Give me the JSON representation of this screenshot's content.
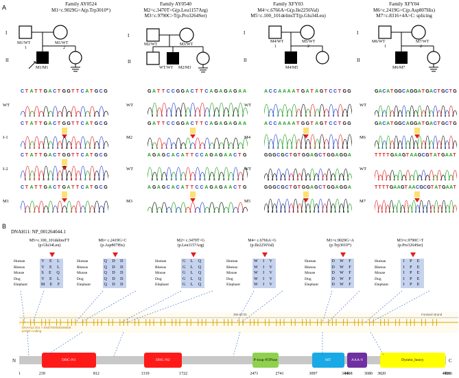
{
  "panel_a": {
    "label": "A",
    "gen_I": "I",
    "gen_II": "II",
    "row_wt": "WT",
    "families": [
      {
        "title": "Family AY0524",
        "variant_1": "M1=c.9029G>A(p.Trp3010*)",
        "variant_2": "",
        "ped": {
          "f1": "M1/WT",
          "n1": "1",
          "f2": "M1/WT",
          "n2": "2",
          "p": "M1/M1"
        },
        "rows": [
          {
            "label": "WT",
            "seq": "CTATTGACTGGTTCATGCG"
          },
          {
            "label": "I-1",
            "seq": "CTATTGACTGGTTCATGCG"
          },
          {
            "label": "I-2",
            "seq": "CTATTGACTGGTTCATGCG"
          },
          {
            "label": "M1",
            "seq": "CTATTGACTGATTCATGCG"
          }
        ]
      },
      {
        "title": "Family AY0540",
        "variant_1": "M2=c.3470T>G(p.Leu1157Arg)",
        "variant_2": "M3=c.9790C>T(p.Pro3264Ser)",
        "ped": {
          "f1": "M2/WT",
          "f2": "M3/WT",
          "s1": "WT/WT",
          "p": "M2/M3"
        },
        "rows": [
          {
            "label": "WT",
            "seq": "GATTCCGGACTTCAGAGAGAA"
          },
          {
            "label": "M2",
            "seq": "GATTCCGGACTTCAGAGAGAA"
          },
          {
            "label": "WT",
            "seq": "AGAGCACATTCCAGAGAACTG"
          },
          {
            "label": "M3",
            "seq": "AGAGCACATTCCAGAGAACTG"
          }
        ]
      },
      {
        "title": "Family XFY03",
        "variant_1": "M4=c.6766A>G(p.Ile2256Val)",
        "variant_2": "M5=c.100_101delinsTT(p.Glu34Leu)",
        "ped": {
          "f1": "M4/WT",
          "n1": "1",
          "f2": "M5/WT",
          "n2": "2",
          "p": "M4/M5"
        },
        "rows": [
          {
            "label": "WT",
            "seq": "ACCAAAATGATAGTCCTGG"
          },
          {
            "label": "M4",
            "seq": "ACCAAAATGGTAGTCCTGG"
          },
          {
            "label": "WT",
            "seq": "GGGCGCTGTGGAGCTGGAGGA"
          },
          {
            "label": "M5",
            "seq": "GGGCGCTGTGGAGCTGGAGGA"
          }
        ]
      },
      {
        "title": "Family XFY04",
        "variant_1": "M6=c.2419G>C(p.Asp807His)",
        "variant_2": "M7=c.8316+4A>C: splicing",
        "ped": {
          "f1": "M6/WT",
          "n1": "1",
          "f2": "M7/WT",
          "n2": "2",
          "p": "M6/M7"
        },
        "rows": [
          {
            "label": "WT",
            "seq": "GACATGGCAGGATGACTGCTG"
          },
          {
            "label": "M6",
            "seq": "GACATGGCAGGATGACTGCTG"
          },
          {
            "label": "WT",
            "seq": "TTTTGAAGTAAGCGTATGAAT"
          },
          {
            "label": "M7",
            "seq": "TTTTGAAGTAACGCGTATGAAT"
          }
        ]
      }
    ]
  },
  "panel_b": {
    "label": "B",
    "protein": "DNAH11: NP_001264044.1",
    "species": [
      "Human",
      "Rhesus",
      "Mouse",
      "Dog",
      "Elephant"
    ],
    "alignments": [
      {
        "variant": "M5=c.100_101delinsTT",
        "protein_change": "(p.Glu34Leu)",
        "rows": [
          "V E L",
          "V E L",
          "S E Q",
          "V E L",
          "M E F"
        ]
      },
      {
        "variant": "M6= c.2419G>C",
        "protein_change": "(p.Asp807His)",
        "rows": [
          "Q D D",
          "Q D D",
          "Q D D",
          "Q D D",
          "Q D D"
        ]
      },
      {
        "variant": "M2= c.3470T>G",
        "protein_change": "(p.Leu1157Arg)",
        "rows": [
          "G L Q",
          "G L Q",
          "G L Q",
          "G L Q",
          "G L Q"
        ]
      },
      {
        "variant": "M4= c.6766A>G",
        "protein_change": "(p.Ile2256Val)",
        "rows": [
          "W I V",
          "W I V",
          "W I V",
          "W I V",
          "W I V"
        ]
      },
      {
        "variant": "M1=c.9029G>A",
        "protein_change": "(p.Trp3010*)",
        "rows": [
          "D W F",
          "D W F",
          "D W F",
          "D W F",
          "D W F"
        ]
      },
      {
        "variant": "M3=c.9790C>T",
        "protein_change": "(p.Pro3264Ser)",
        "rows": [
          "I P E",
          "I P E",
          "I P E",
          "I P E",
          "I P E"
        ]
      }
    ],
    "gene_track": {
      "transcript": "DNAH11-201 > ENST00000409508",
      "biotype": "protein coding",
      "scale_label": "359.80 kb",
      "strand": "Forward strand"
    },
    "protein_track": {
      "n_term": "N",
      "c_term": "C",
      "domains": [
        {
          "name": "DHC-N1",
          "start": "239",
          "end": "812",
          "color": "#ff1a1a"
        },
        {
          "name": "DHC-N2",
          "start": "1319",
          "end": "1722",
          "color": "#ff1a1a"
        },
        {
          "name": "P-loop-NTPase",
          "start": "2471",
          "end": "2741",
          "color": "#8fd14f"
        },
        {
          "name": "MT",
          "start": "3097",
          "end": "3441",
          "color": "#19a9e6"
        },
        {
          "name": "AAA-9",
          "start": "3468",
          "end": "3680",
          "color": "#7030a0"
        },
        {
          "name": "Dynein_heavy",
          "start": "3820",
          "end": "4506",
          "color": "#ffff00"
        }
      ],
      "pos_start": "1",
      "pos_end": "4516"
    }
  },
  "colors": {
    "A": "#1a9e1a",
    "C": "#1f3fcf",
    "G": "#111111",
    "T": "#e01f1f",
    "arrow": "#e01f1f",
    "highlight": "#ffd84d",
    "aa_bg": "#c6d3ee",
    "protein_bar": "#c8c8c8",
    "gene_line": "#d9a400"
  }
}
